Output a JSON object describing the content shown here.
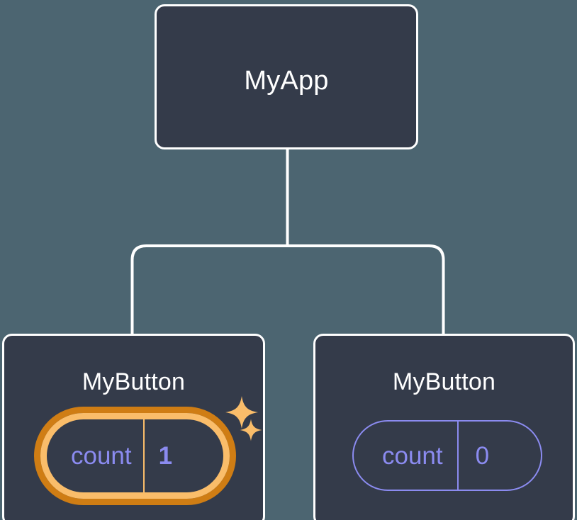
{
  "diagram": {
    "type": "component-tree",
    "background_color": "#4c6571",
    "node_fill_color": "#343b4a",
    "node_border_color": "#ffffff",
    "connector_color": "#ffffff",
    "state_color": "#8b8bf0",
    "highlight_color_outer": "#cf7d14",
    "highlight_color_inner": "#fabd6a"
  },
  "root": {
    "label": "MyApp"
  },
  "children": [
    {
      "label": "MyButton",
      "state": {
        "key": "count",
        "value": "1"
      },
      "highlighted": true,
      "sparkles": [
        "sparkle-star-large",
        "sparkle-star-small"
      ]
    },
    {
      "label": "MyButton",
      "state": {
        "key": "count",
        "value": "0"
      },
      "highlighted": false,
      "sparkles": []
    }
  ]
}
